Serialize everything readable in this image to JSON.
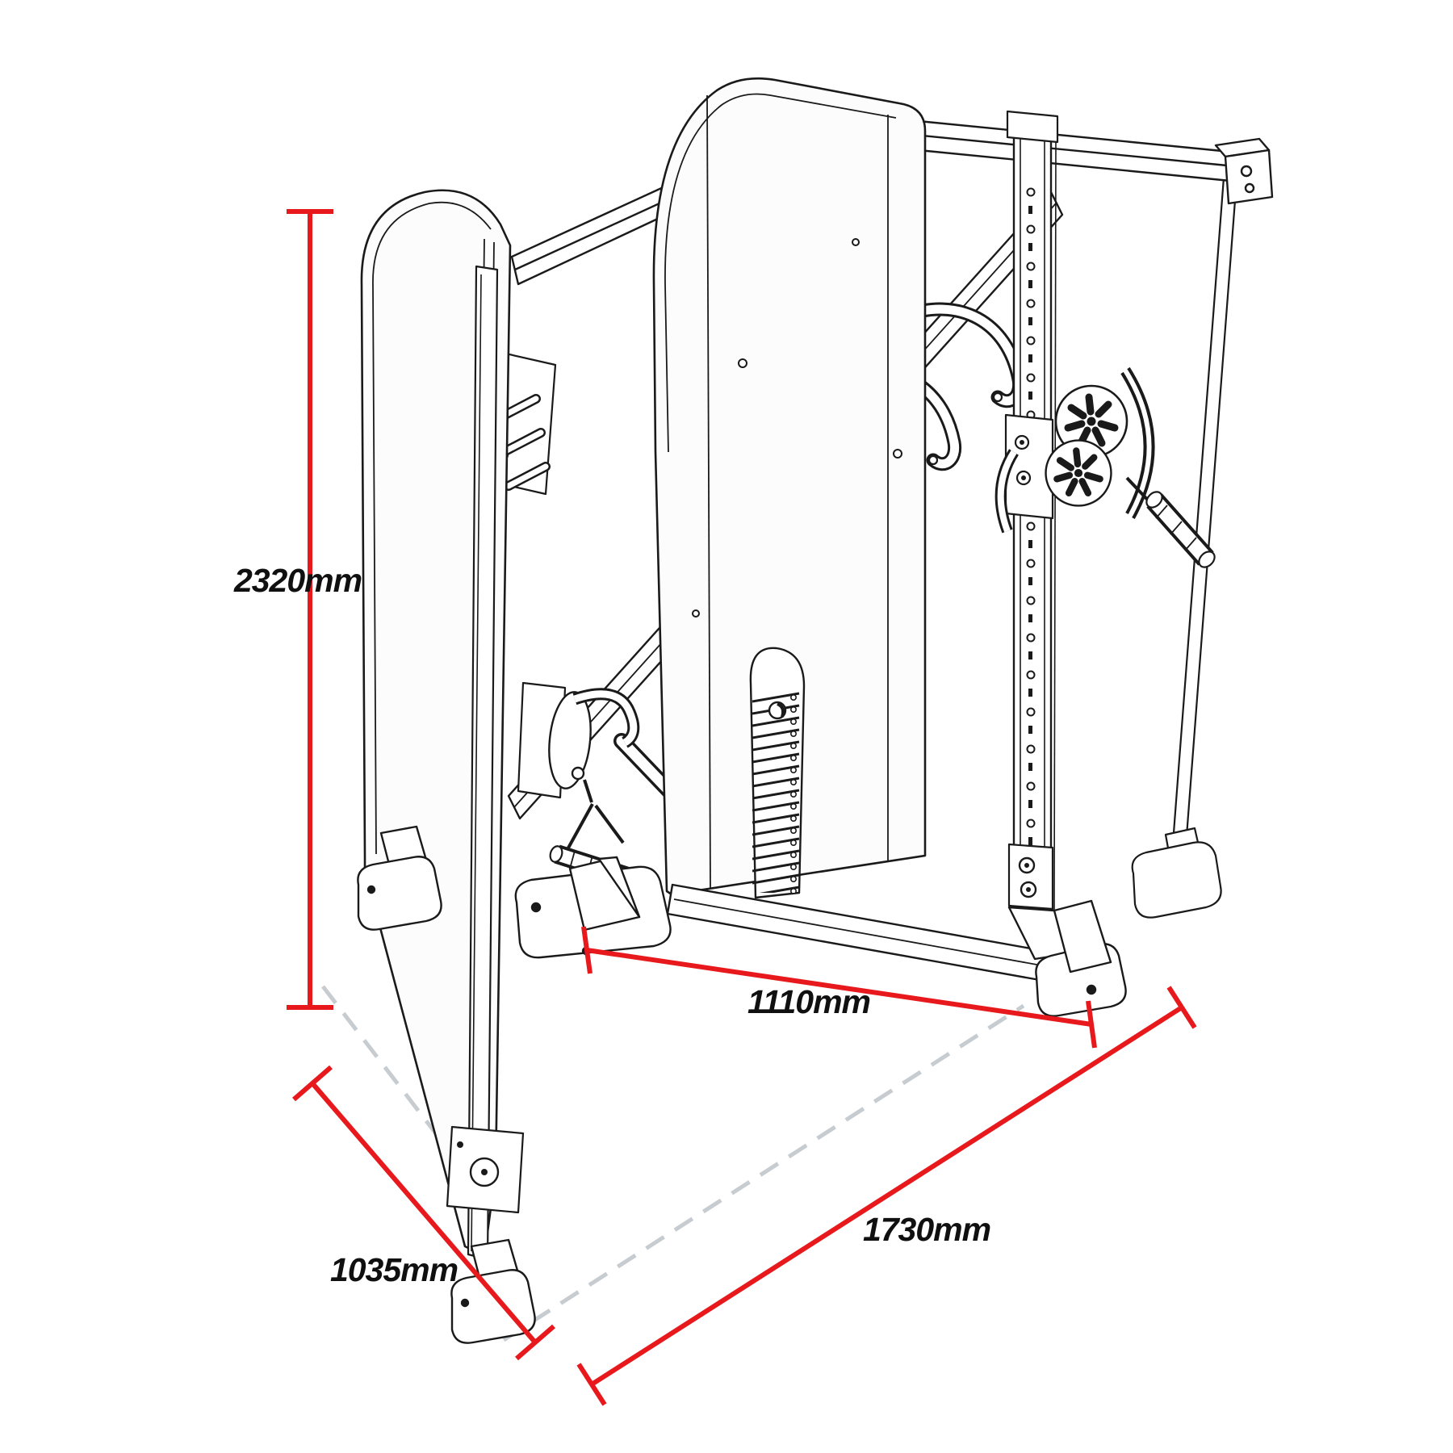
{
  "diagram": {
    "subject": "functional trainer cable machine dimension drawing",
    "units": "mm"
  },
  "dimensions": {
    "height": {
      "label": "2320mm",
      "orientation": "vertical-left"
    },
    "width": {
      "label": "1110mm",
      "orientation": "front-bottom"
    },
    "depth": {
      "label": "1730mm",
      "orientation": "right-bottom-diagonal"
    },
    "side_depth": {
      "label": "1035mm",
      "orientation": "left-bottom-diagonal"
    }
  },
  "colors": {
    "dimension_line": "#e8191c",
    "drawing_line": "#1a1a1a",
    "dashed_floor_line": "#c7ccd1",
    "background": "#ffffff"
  }
}
